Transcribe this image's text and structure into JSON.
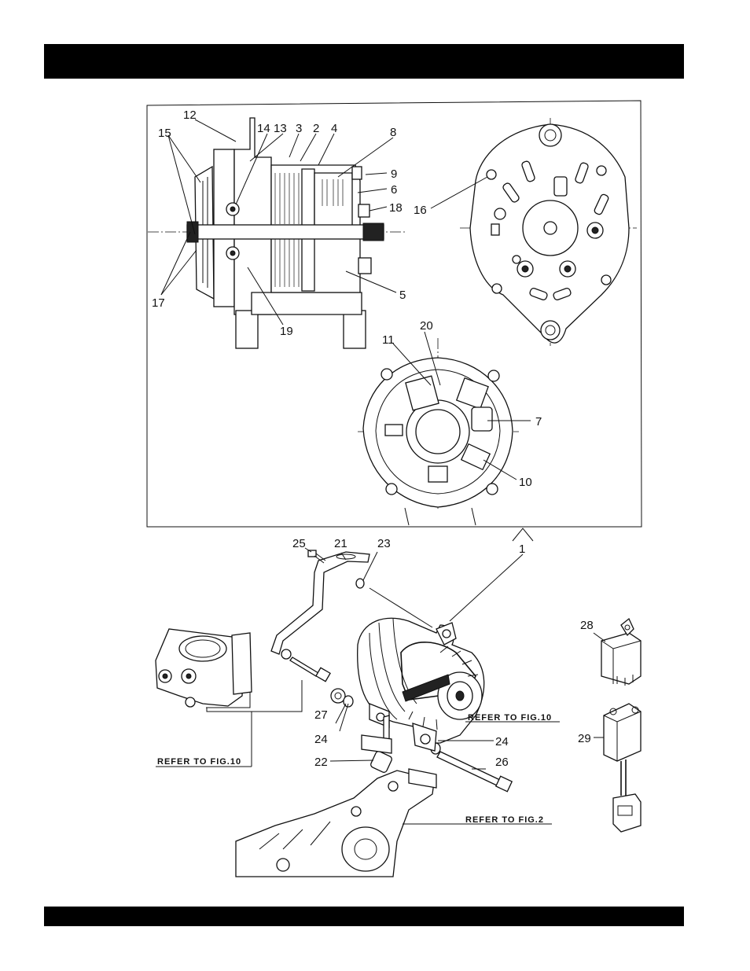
{
  "header": {
    "title": ""
  },
  "footer": {
    "text": ""
  },
  "callouts": {
    "c1": "1",
    "c2": "2",
    "c3": "3",
    "c4": "4",
    "c5": "5",
    "c6": "6",
    "c7": "7",
    "c8": "8",
    "c9": "9",
    "c10": "10",
    "c11": "11",
    "c12": "12",
    "c13": "13",
    "c14": "14",
    "c15": "15",
    "c16": "16",
    "c17": "17",
    "c18": "18",
    "c19": "19",
    "c20": "20",
    "c21": "21",
    "c22": "22",
    "c23": "23",
    "c24a": "24",
    "c24b": "24",
    "c25": "25",
    "c26": "26",
    "c27": "27",
    "c28": "28",
    "c29": "29"
  },
  "references": {
    "fig10_center": "REFER TO FIG.10",
    "fig10_left": "REFER TO FIG.10",
    "fig2": "REFER TO FIG.2"
  }
}
